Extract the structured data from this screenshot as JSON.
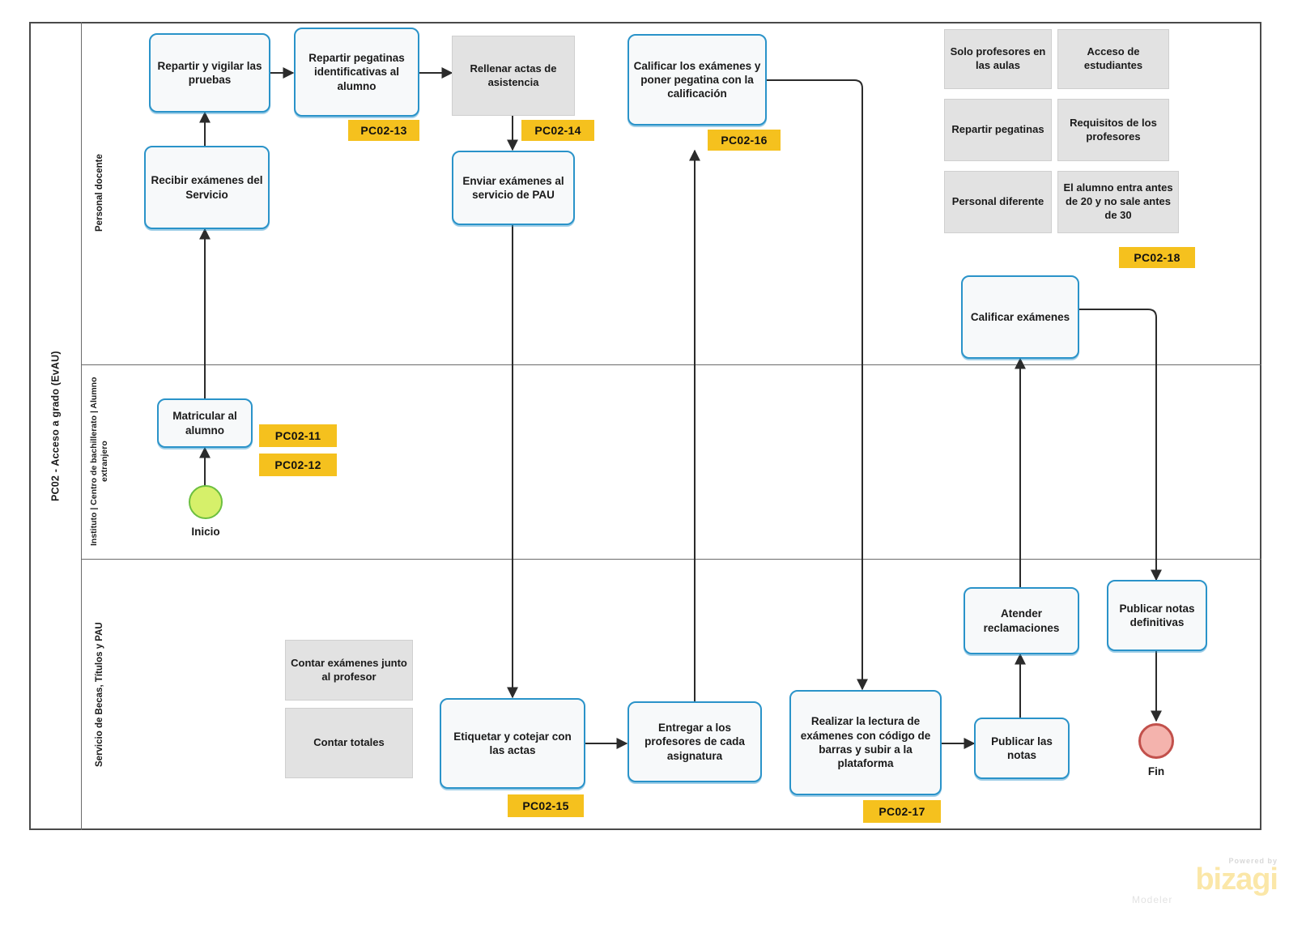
{
  "pool": {
    "title": "PC02 - Acceso a grado (EvAU)"
  },
  "lanes": [
    {
      "label": "Personal docente"
    },
    {
      "label": "Instituto | Centro de bachillerato | Alumno extranjero"
    },
    {
      "label": "Servicio de Becas, Títulos y PAU"
    }
  ],
  "tasks": [
    {
      "id": "repartir-vigilar",
      "label": "Repartir y vigilar las pruebas"
    },
    {
      "id": "recibir-examenes",
      "label": "Recibir exámenes del Servicio"
    },
    {
      "id": "repartir-pegatinas",
      "label": "Repartir pegatinas identificativas al alumno"
    },
    {
      "id": "enviar-examenes",
      "label": "Enviar exámenes al servicio de PAU"
    },
    {
      "id": "calificar-poner",
      "label": "Calificar los exámenes y poner pegatina con la calificación"
    },
    {
      "id": "calificar-examenes",
      "label": "Calificar exámenes"
    },
    {
      "id": "matricular-alumno",
      "label": "Matricular al alumno"
    },
    {
      "id": "etiquetar-cotejar",
      "label": "Etiquetar y cotejar con las actas"
    },
    {
      "id": "entregar-profesores",
      "label": "Entregar a los profesores  de cada asignatura"
    },
    {
      "id": "realizar-lectura",
      "label": "Realizar la lectura de exámenes con código de barras y subir a la plataforma"
    },
    {
      "id": "publicar-notas",
      "label": "Publicar las notas"
    },
    {
      "id": "atender-reclamaciones",
      "label": "Atender reclamaciones"
    },
    {
      "id": "publicar-definitivas",
      "label": "Publicar notas definitivas"
    }
  ],
  "notes": [
    {
      "id": "rellenar-actas",
      "label": "Rellenar actas de asistencia"
    },
    {
      "id": "solo-profesores",
      "label": "Solo profesores en las aulas"
    },
    {
      "id": "acceso-estudiantes",
      "label": "Acceso de estudiantes"
    },
    {
      "id": "repartir-pegatinas-n",
      "label": "Repartir pegatinas"
    },
    {
      "id": "requisitos-profesores",
      "label": "Requisitos de los profesores"
    },
    {
      "id": "personal-diferente",
      "label": "Personal diferente"
    },
    {
      "id": "alumno-entra",
      "label": "El alumno entra antes de 20 y no sale antes de 30"
    },
    {
      "id": "contar-examenes",
      "label": "Contar exámenes junto al profesor"
    },
    {
      "id": "contar-totales",
      "label": "Contar totales"
    }
  ],
  "tags": [
    {
      "id": "pc02-13",
      "label": "PC02-13"
    },
    {
      "id": "pc02-14",
      "label": "PC02-14"
    },
    {
      "id": "pc02-16",
      "label": "PC02-16"
    },
    {
      "id": "pc02-18",
      "label": "PC02-18"
    },
    {
      "id": "pc02-11",
      "label": "PC02-11"
    },
    {
      "id": "pc02-12",
      "label": "PC02-12"
    },
    {
      "id": "pc02-15",
      "label": "PC02-15"
    },
    {
      "id": "pc02-17",
      "label": "PC02-17"
    }
  ],
  "events": [
    {
      "id": "start",
      "label": "Inicio"
    },
    {
      "id": "end",
      "label": "Fin"
    }
  ],
  "watermark": {
    "powered": "Powered by",
    "brand": "bizagi",
    "product": "Modeler"
  },
  "colors": {
    "task_border": "#2a93c9",
    "task_fill": "#f7f9fa",
    "note_fill": "#e2e2e2",
    "tag_fill": "#f5c11e",
    "start_fill": "#d6f06a",
    "start_border": "#6cbf3f",
    "end_fill": "#f4b3ad",
    "end_border": "#c2504b",
    "frame": "#4a4a4a"
  }
}
